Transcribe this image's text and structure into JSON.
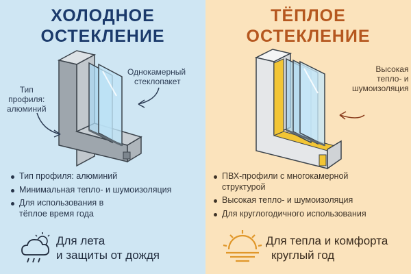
{
  "cold": {
    "title_line1": "ХОЛОДНОЕ",
    "title_line2": "ОСТЕКЛЕНИЕ",
    "callout_glass_line1": "Однокамерный",
    "callout_glass_line2": "стеклопакет",
    "callout_profile_line1": "Тип",
    "callout_profile_line2": "профиля:",
    "callout_profile_line3": "алюминий",
    "bullets": [
      "Тип профиля: алюминий",
      "Минимальная тепло- и шумоизоляция",
      "Для использования в тёплое время года"
    ],
    "caption_line1": "Для лета",
    "caption_line2": "и защиты от дождя",
    "icon": "cloud-rain-icon",
    "colors": {
      "background": "#cfe6f3",
      "title": "#1b3a6b",
      "frame": "#9ea6ad"
    }
  },
  "warm": {
    "title_line1": "ТЁПЛОЕ",
    "title_line2": "ОСТЕКЛЕНИЕ",
    "callout_line1": "Высокая",
    "callout_line2": "тепло- и",
    "callout_line3": "шумоизоляция",
    "bullets": [
      "ПВХ-профили с многокамерной структурой",
      "Высокая тепло- и шумоизоляция",
      "Для круглогодичного использования"
    ],
    "caption_line1": "Для тепла и комфорта",
    "caption_line2": "круглый год",
    "icon": "sun-icon",
    "colors": {
      "background": "#fbe3bc",
      "title": "#b5571f",
      "insulation": "#f2c535"
    }
  }
}
